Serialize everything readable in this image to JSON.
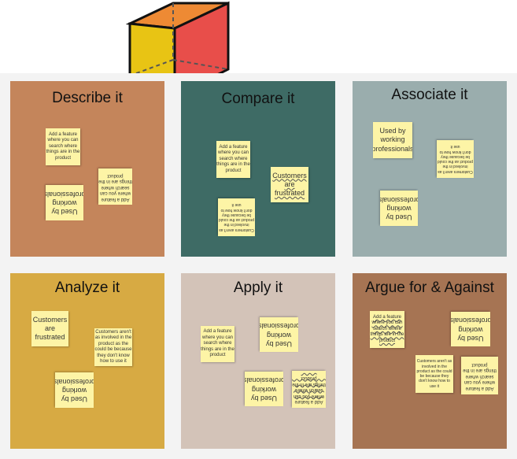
{
  "panels": [
    {
      "title": "Describe it",
      "color": "#c4855b"
    },
    {
      "title": "Compare it",
      "color": "#3e6b65"
    },
    {
      "title": "Associate it",
      "color": "#9aadad"
    },
    {
      "title": "Analyze it",
      "color": "#d7aa43"
    },
    {
      "title": "Apply it",
      "color": "#d3c3b8"
    },
    {
      "title": "Argue for & Against",
      "color": "#a67453"
    }
  ],
  "notes": {
    "search": "Add a feature where you can search where things are in the product",
    "used_by": "Used by working professionals",
    "customers_frustrated": "Customers are frustrated",
    "customers_arent": "Customers aren't as involved in the product as the could be because they don't know how to use it",
    "cube_label": "cube-icon"
  }
}
